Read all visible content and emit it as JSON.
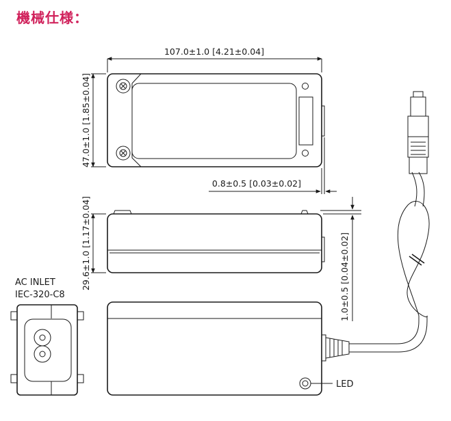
{
  "title": "機械仕様：",
  "dimensions": {
    "length": "107.0±1.0 [4.21±0.04]",
    "width": "47.0±1.0 [1.85±0.04]",
    "height": "29.6±1.0 [1.17±0.04]",
    "offset_top": "0.8±0.5 [0.03±0.02]",
    "offset_side": "1.0±0.5 [0.04±0.02]"
  },
  "labels": {
    "ac_inlet": "AC INLET",
    "iec": "IEC-320-C8",
    "led": "LED"
  }
}
